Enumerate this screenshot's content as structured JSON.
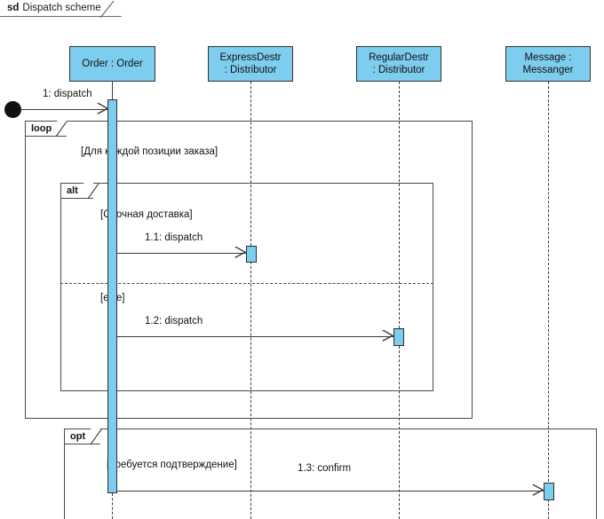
{
  "diagram": {
    "kind_keyword": "sd",
    "title": "Dispatch scheme",
    "colors": {
      "lifeline_fill": "#7ccdee",
      "line": "#3a3a3a",
      "text": "#111111",
      "background": "#ffffff"
    }
  },
  "lifelines": [
    {
      "id": "order",
      "line1": "Order : Order",
      "line2": ""
    },
    {
      "id": "expressdestr",
      "line1": "ExpressDestr",
      "line2": ": Distributor"
    },
    {
      "id": "regulardestr",
      "line1": "RegularDestr",
      "line2": ": Distributor"
    },
    {
      "id": "message",
      "line1": "Message :",
      "line2": "Messanger"
    }
  ],
  "fragments": [
    {
      "id": "loop",
      "operator": "loop",
      "guard": "[Для каждой позиции заказа]"
    },
    {
      "id": "alt",
      "operator": "alt",
      "guard": "[Срочная доставка]",
      "else_guard": "[else]"
    },
    {
      "id": "opt",
      "operator": "opt",
      "guard": "[Требуется подтверждение]"
    }
  ],
  "messages": [
    {
      "id": "m1",
      "label": "1: dispatch",
      "from": "found",
      "to": "order"
    },
    {
      "id": "m11",
      "label": "1.1: dispatch",
      "from": "order",
      "to": "expressdestr"
    },
    {
      "id": "m12",
      "label": "1.2: dispatch",
      "from": "order",
      "to": "regulardestr"
    },
    {
      "id": "m13",
      "label": "1.3: confirm",
      "from": "order",
      "to": "message"
    }
  ]
}
